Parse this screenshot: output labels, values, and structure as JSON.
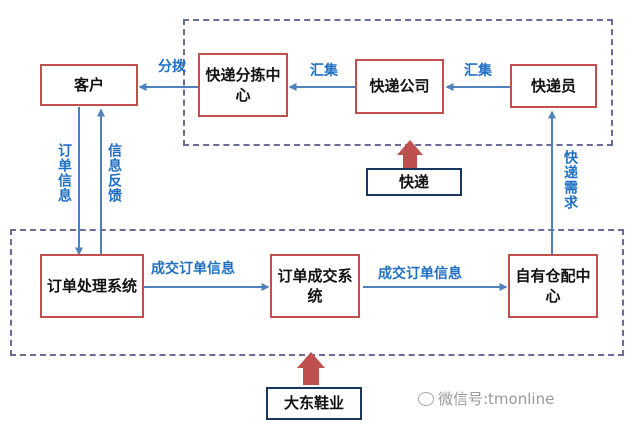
{
  "colors": {
    "box_border": "#c0504d",
    "arrow": "#4f81bd",
    "label": "#1f6fc4",
    "dashed_border": "#6b6b9a",
    "big_arrow": "#c0504d"
  },
  "nodes": {
    "customer": "客户",
    "sorting_center": "快递分拣中心",
    "express_company": "快递公司",
    "courier": "快递员",
    "express": "快递",
    "order_system": "订单处理系统",
    "deal_system": "订单成交系统",
    "warehouse": "自有仓配中心",
    "dadong": "大东鞋业"
  },
  "edges": {
    "distribute": "分拨",
    "collect_1": "汇集",
    "collect_2": "汇集",
    "order_info": "订单信息",
    "feedback": "信息反馈",
    "deal_info_1": "成交订单信息",
    "deal_info_2": "成交订单信息",
    "express_demand": "快递需求"
  },
  "watermark": "微信号:tmonline"
}
